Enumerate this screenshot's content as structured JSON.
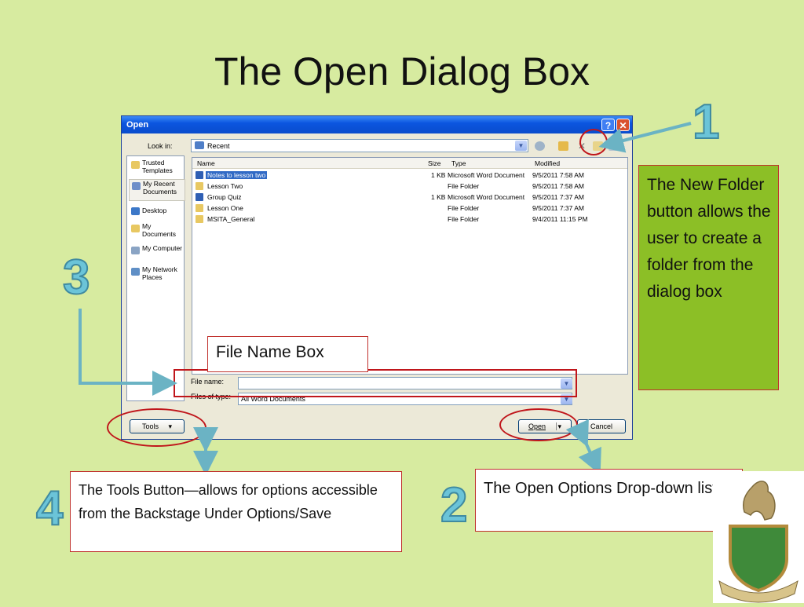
{
  "slide": {
    "title": "The Open Dialog Box"
  },
  "dialog": {
    "title": "Open",
    "help_label": "?",
    "close_label": "✕",
    "look_in_label": "Look in:",
    "look_in_value": "Recent",
    "places": [
      {
        "label": "Trusted Templates",
        "icon": "folder-icon"
      },
      {
        "label": "My Recent Documents",
        "icon": "recent-documents-icon"
      },
      {
        "label": "Desktop",
        "icon": "desktop-icon"
      },
      {
        "label": "My Documents",
        "icon": "my-documents-icon"
      },
      {
        "label": "My Computer",
        "icon": "my-computer-icon"
      },
      {
        "label": "My Network Places",
        "icon": "network-icon"
      }
    ],
    "columns": [
      "Name",
      "Size",
      "Type",
      "Modified"
    ],
    "files": [
      {
        "name": "Notes to lesson two",
        "size": "1 KB",
        "type": "Microsoft Word Document",
        "modified": "9/5/2011 7:58 AM",
        "icon": "word-document-icon",
        "selected": true
      },
      {
        "name": "Lesson Two",
        "size": "",
        "type": "File Folder",
        "modified": "9/5/2011 7:58 AM",
        "icon": "folder-icon",
        "selected": false
      },
      {
        "name": "Group Quiz",
        "size": "1 KB",
        "type": "Microsoft Word Document",
        "modified": "9/5/2011 7:37 AM",
        "icon": "word-document-icon",
        "selected": false
      },
      {
        "name": "Lesson One",
        "size": "",
        "type": "File Folder",
        "modified": "9/5/2011 7:37 AM",
        "icon": "folder-icon",
        "selected": false
      },
      {
        "name": "MSITA_General",
        "size": "",
        "type": "File Folder",
        "modified": "9/4/2011 11:15 PM",
        "icon": "folder-icon",
        "selected": false
      }
    ],
    "file_name_label": "File name:",
    "file_name_value": "",
    "files_of_type_label": "Files of type:",
    "files_of_type_value": "All Word Documents",
    "tools_label": "Tools",
    "open_label": "Open",
    "cancel_label": "Cancel"
  },
  "annotations": {
    "new_folder": "The New Folder button allows the user to create a folder from the dialog box",
    "file_name_box": "File Name Box",
    "tools": "The Tools Button—allows for options accessible from the Backstage Under Options/Save",
    "open_options": "The Open Options Drop-down list",
    "numbers": [
      "1",
      "2",
      "3",
      "4"
    ]
  },
  "colors": {
    "background": "#d7eba0",
    "highlight_red": "#c0161b",
    "arrow_teal": "#6bb3c4",
    "callout_green": "#8cbf26"
  }
}
